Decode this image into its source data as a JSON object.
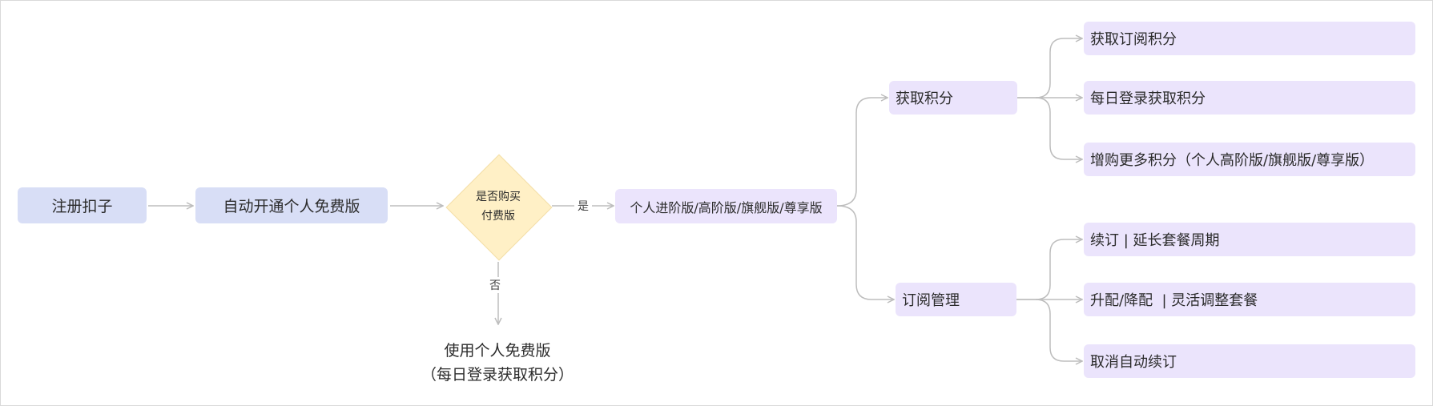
{
  "nodes": {
    "register": "注册扣子",
    "auto_free": "自动开通个人免费版",
    "decision_line1": "是否购买",
    "decision_line2": "付费版",
    "paid_plans": "个人进阶版/高阶版/旗舰版/尊享版",
    "use_free_line1": "使用个人免费版",
    "use_free_line2": "（每日登录获取积分）",
    "get_points": "获取积分",
    "sub_manage": "订阅管理",
    "sub_points": "获取订阅积分",
    "daily_points": "每日登录获取积分",
    "buy_more": "增购更多积分（个人高阶版/旗舰版/尊享版）",
    "renew": "续订 | 延长套餐周期",
    "upgrade": "升配/降配  | 灵活调整套餐",
    "cancel": "取消自动续订"
  },
  "edge_labels": {
    "yes": "是",
    "no": "否"
  },
  "colors": {
    "blue_node": "#d8def6",
    "purple_node": "#ebe4fc",
    "decision": "#fff0c6",
    "connector": "#bdbdbd"
  }
}
